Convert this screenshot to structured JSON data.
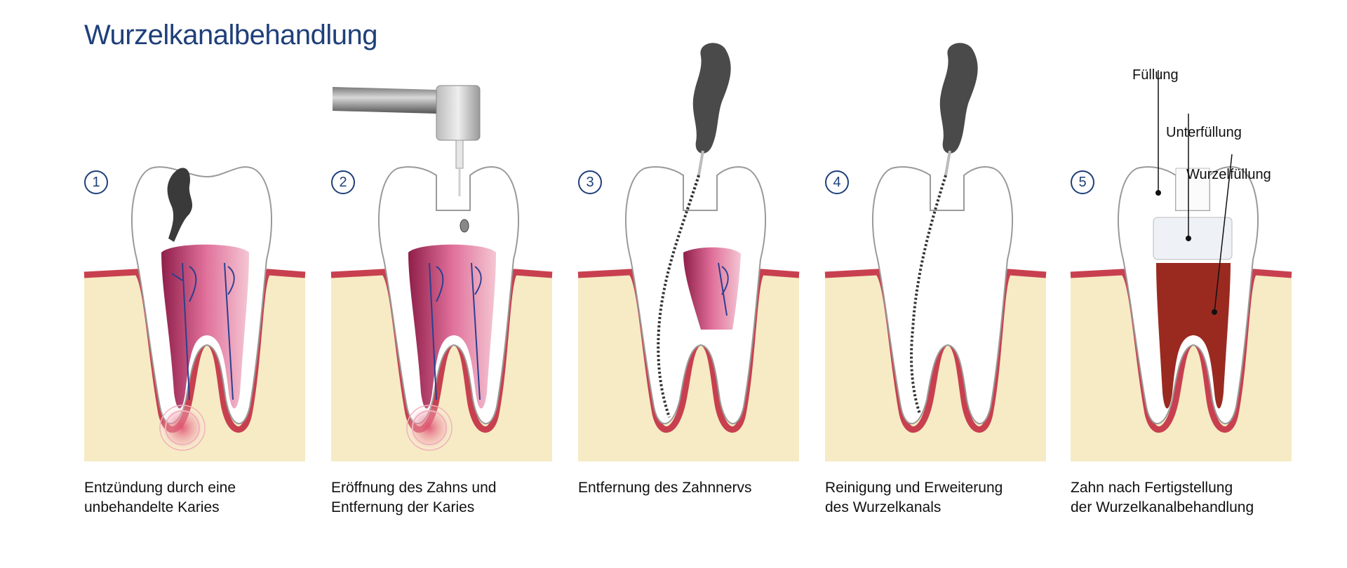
{
  "title": "Wurzelkanalbehandlung",
  "colors": {
    "title": "#1f3f7a",
    "gum": "#c8404f",
    "bone": "#f6ebc4",
    "tooth": "#ffffff",
    "pulp": "#d8457a",
    "nerve": "#2b3f8f",
    "root_filling": "#9a2a20"
  },
  "steps": [
    {
      "number": "1",
      "caption_line1": "Entzündung durch eine",
      "caption_line2": "unbehandelte Karies"
    },
    {
      "number": "2",
      "caption_line1": "Eröffnung des Zahns und",
      "caption_line2": "Entfernung der Karies"
    },
    {
      "number": "3",
      "caption_line1": "Entfernung des Zahnnervs",
      "caption_line2": ""
    },
    {
      "number": "4",
      "caption_line1": "Reinigung und Erweiterung",
      "caption_line2": "des Wurzelkanals"
    },
    {
      "number": "5",
      "caption_line1": "Zahn nach Fertigstellung",
      "caption_line2": "der Wurzelkanalbehandlung"
    }
  ],
  "labels": {
    "fuellung": "Füllung",
    "unterfuellung": "Unterfüllung",
    "wurzelfuellung": "Wurzelfüllung"
  }
}
